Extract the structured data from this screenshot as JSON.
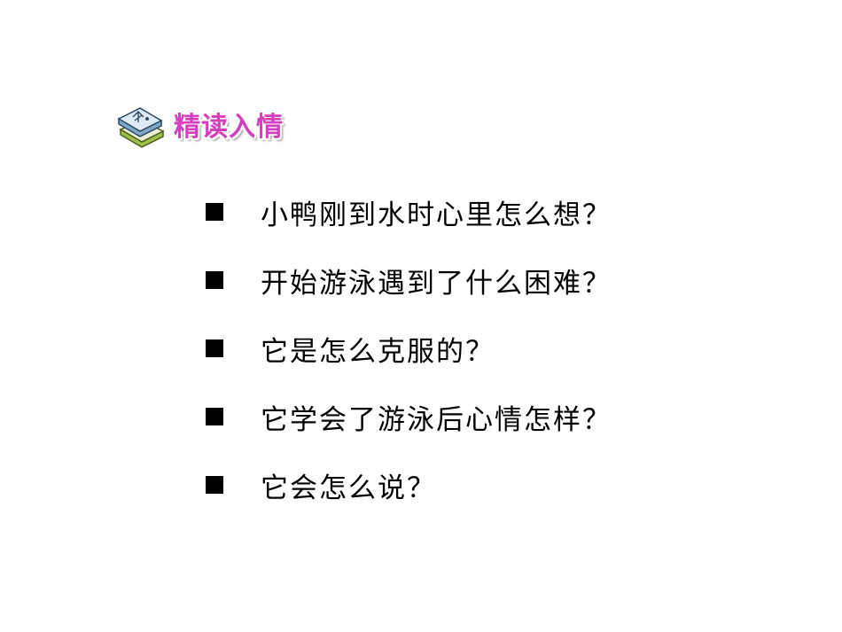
{
  "section": {
    "title": "精读入情",
    "icon": "book-icon",
    "title_color": "#d43fbf"
  },
  "questions": [
    {
      "bullet": "square-bullet-icon",
      "text": "小鸭刚到水时心里怎么想？"
    },
    {
      "bullet": "square-bullet-icon",
      "text": "开始游泳遇到了什么困难？"
    },
    {
      "bullet": "square-bullet-icon",
      "text": "它是怎么克服的？"
    },
    {
      "bullet": "square-bullet-icon",
      "text": "它学会了游泳后心情怎样？"
    },
    {
      "bullet": "square-bullet-icon",
      "text": "它会怎么说？"
    }
  ]
}
